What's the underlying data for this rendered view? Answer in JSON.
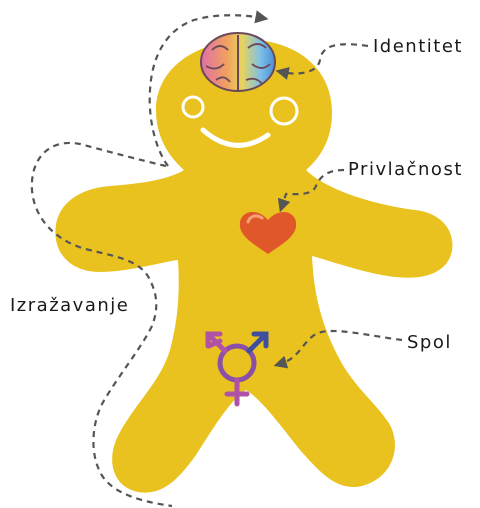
{
  "labels": {
    "identity": "Identitet",
    "attraction": "Privlačnost",
    "expression": "Izražavanje",
    "sex": "Spol"
  },
  "icons": {
    "brain": "brain-icon",
    "heart": "heart-icon",
    "gender_symbol": "transgender-symbol-icon"
  },
  "colors": {
    "body": "#E9C21F",
    "dashed_line": "#555555",
    "heart": "#E0572A",
    "symbol_blue": "#3E4FA0",
    "symbol_pink": "#B052A8",
    "symbol_purple": "#8A4FA6"
  }
}
